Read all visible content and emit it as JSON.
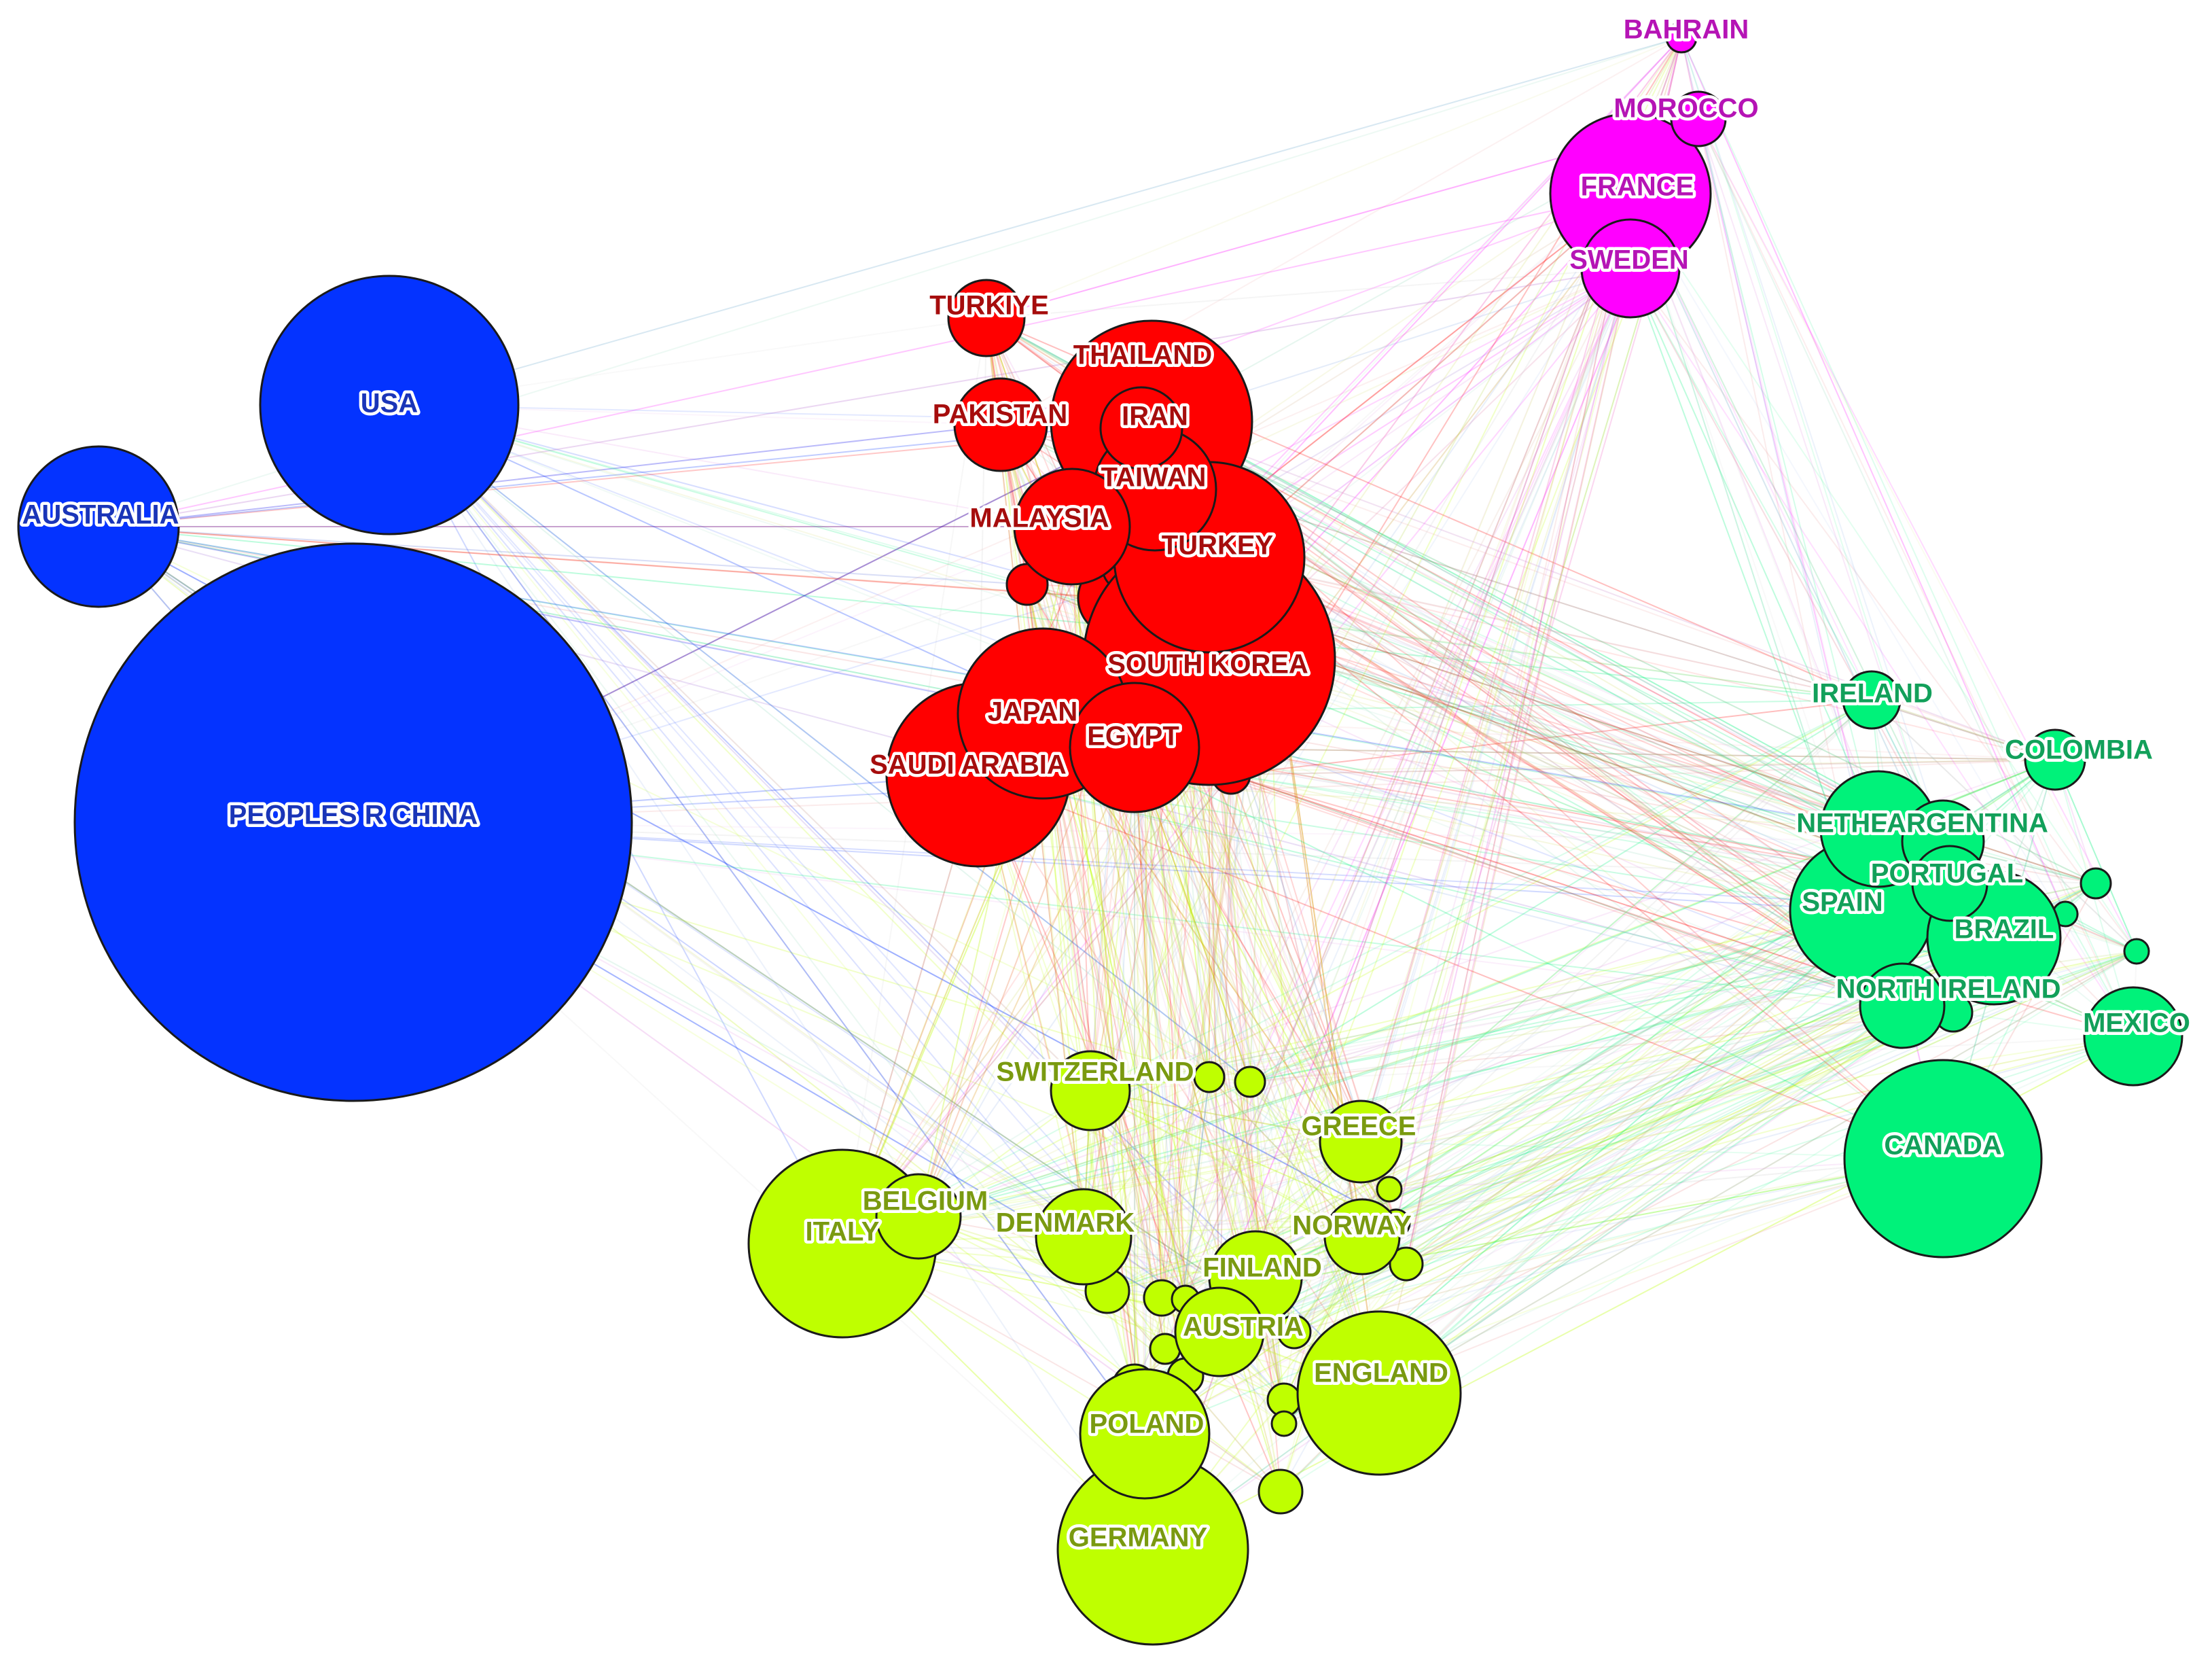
{
  "colors": {
    "blue": "#0433ff",
    "red": "#ff0000",
    "purple": "#ff00ff",
    "green": "#00f27a",
    "lime": "#bfff00"
  },
  "clusters": [
    {
      "id": "blue",
      "color": "#0433ff",
      "nodes": [
        {
          "label": "USA"
        },
        {
          "label": "AUSTRALIA"
        },
        {
          "label": "PEOPLES R CHINA"
        }
      ]
    },
    {
      "id": "red",
      "color": "#ff0000",
      "nodes": [
        {
          "label": "TURKIYE"
        },
        {
          "label": "THAILAND"
        },
        {
          "label": "PAKISTAN"
        },
        {
          "label": "IRAN"
        },
        {
          "label": "TAIWAN"
        },
        {
          "label": "MALAYSIA"
        },
        {
          "label": "TURKEY"
        },
        {
          "label": "SOUTH KOREA"
        },
        {
          "label": "JAPAN"
        },
        {
          "label": "EGYPT"
        },
        {
          "label": "SAUDI ARABIA"
        }
      ]
    },
    {
      "id": "purple",
      "color": "#ff00ff",
      "nodes": [
        {
          "label": "BAHRAIN"
        },
        {
          "label": "MOROCCO"
        },
        {
          "label": "FRANCE"
        },
        {
          "label": "SWEDEN"
        }
      ]
    },
    {
      "id": "green",
      "color": "#00f27a",
      "nodes": [
        {
          "label": "IRELAND"
        },
        {
          "label": "COLOMBIA"
        },
        {
          "label": "NETHE"
        },
        {
          "label": "ARGENTINA"
        },
        {
          "label": "PORTUGAL"
        },
        {
          "label": "SPAIN"
        },
        {
          "label": "BRAZIL"
        },
        {
          "label": "NORTH IRELAND"
        },
        {
          "label": "MEXICO"
        },
        {
          "label": "CANADA"
        }
      ]
    },
    {
      "id": "lime",
      "color": "#bfff00",
      "nodes": [
        {
          "label": "SWITZERLAND"
        },
        {
          "label": "GREECE"
        },
        {
          "label": "BELGIUM"
        },
        {
          "label": "ITALY"
        },
        {
          "label": "DENMARK"
        },
        {
          "label": "NORWAY"
        },
        {
          "label": "FINLAND"
        },
        {
          "label": "AUSTRIA"
        },
        {
          "label": "ENGLAND"
        },
        {
          "label": "POLAND"
        },
        {
          "label": "GERMANY"
        }
      ]
    }
  ]
}
